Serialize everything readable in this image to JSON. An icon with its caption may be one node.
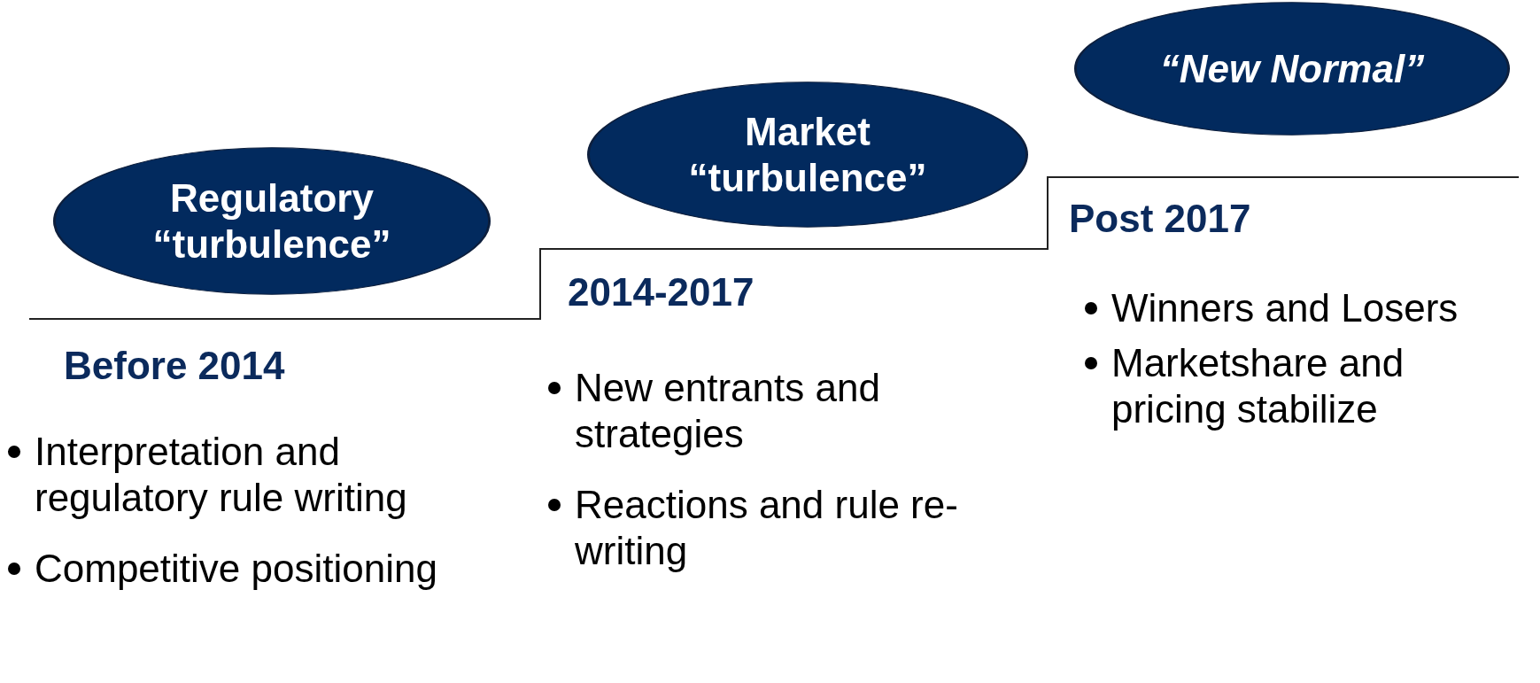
{
  "diagram": {
    "nodes": [
      {
        "text": [
          "Regulatory “turbulence”"
        ]
      },
      {
        "text": [
          "Market “turbulence”"
        ]
      },
      {
        "text": [
          "“New Normal”"
        ]
      }
    ],
    "labels": [
      "Before 2014",
      "Interpretation and regulatory rule writing",
      "Competitive positioning",
      "2014-2017",
      "New entrants and strategies",
      "Reactions and rule re-writing",
      "Post 2017",
      "Winners and Losers",
      "Marketshare and pricing stabilize"
    ]
  }
}
